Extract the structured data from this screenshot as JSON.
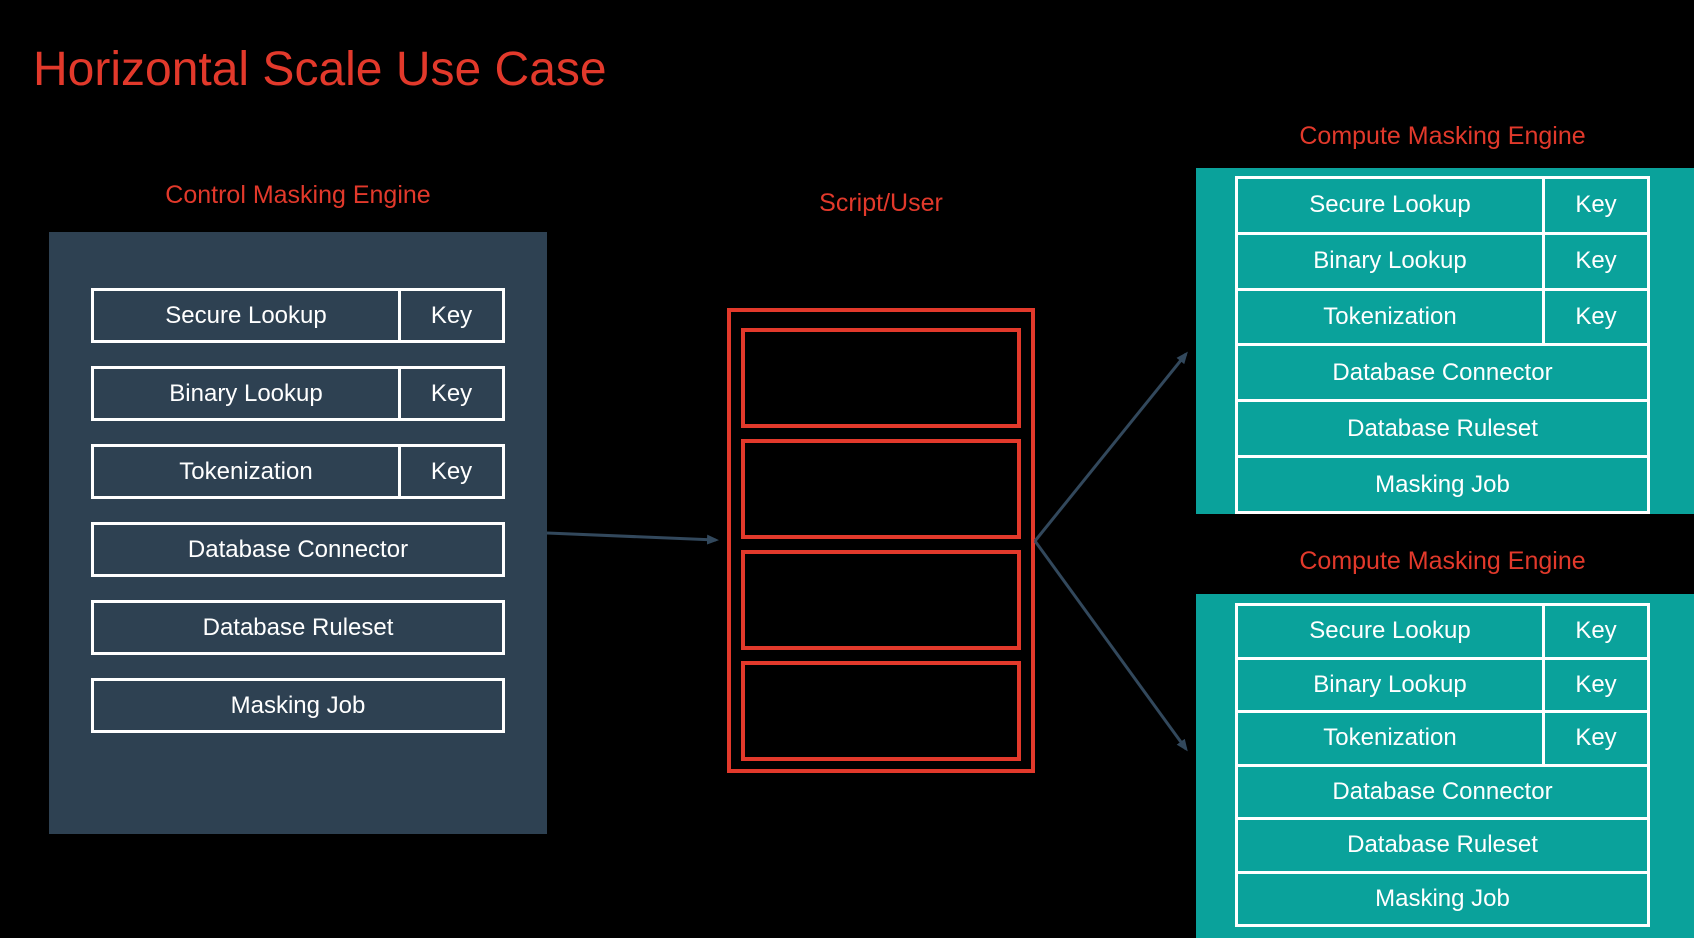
{
  "title": "Horizontal Scale Use Case",
  "colors": {
    "background": "#000000",
    "accent_red": "#e2392b",
    "slate": "#2e4152",
    "teal": "#0aa29b",
    "arrow": "#32485c",
    "border_white": "#ffffff"
  },
  "control_engine": {
    "label": "Control Masking Engine",
    "rows": [
      {
        "name": "Secure Lookup",
        "key": "Key"
      },
      {
        "name": "Binary Lookup",
        "key": "Key"
      },
      {
        "name": "Tokenization",
        "key": "Key"
      },
      {
        "name": "Database Connector"
      },
      {
        "name": "Database Ruleset"
      },
      {
        "name": "Masking Job"
      }
    ]
  },
  "script_user": {
    "label": "Script/User",
    "slot_count": 4
  },
  "compute_engines": [
    {
      "label": "Compute Masking Engine",
      "rows": [
        {
          "name": "Secure Lookup",
          "key": "Key"
        },
        {
          "name": "Binary Lookup",
          "key": "Key"
        },
        {
          "name": "Tokenization",
          "key": "Key"
        },
        {
          "name": "Database Connector"
        },
        {
          "name": "Database Ruleset"
        },
        {
          "name": "Masking Job"
        }
      ]
    },
    {
      "label": "Compute Masking Engine",
      "rows": [
        {
          "name": "Secure Lookup",
          "key": "Key"
        },
        {
          "name": "Binary Lookup",
          "key": "Key"
        },
        {
          "name": "Tokenization",
          "key": "Key"
        },
        {
          "name": "Database Connector"
        },
        {
          "name": "Database Ruleset"
        },
        {
          "name": "Masking Job"
        }
      ]
    }
  ]
}
